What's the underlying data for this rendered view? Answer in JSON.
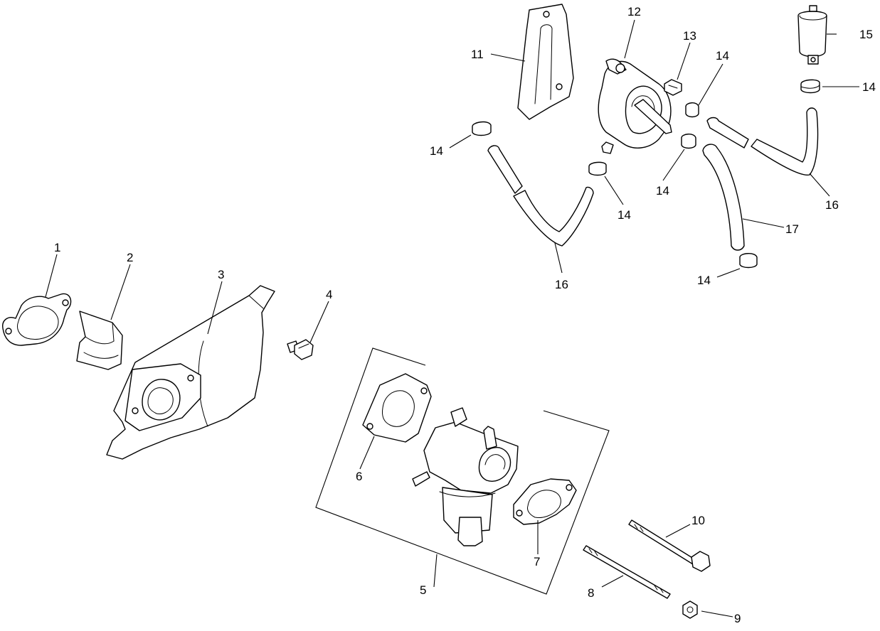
{
  "diagram": {
    "callouts": [
      {
        "id": "c1",
        "text": "1"
      },
      {
        "id": "c2",
        "text": "2"
      },
      {
        "id": "c3",
        "text": "3"
      },
      {
        "id": "c4",
        "text": "4"
      },
      {
        "id": "c5",
        "text": "5"
      },
      {
        "id": "c6",
        "text": "6"
      },
      {
        "id": "c7",
        "text": "7"
      },
      {
        "id": "c8",
        "text": "8"
      },
      {
        "id": "c9",
        "text": "9"
      },
      {
        "id": "c10",
        "text": "10"
      },
      {
        "id": "c11",
        "text": "11"
      },
      {
        "id": "c12",
        "text": "12"
      },
      {
        "id": "c13",
        "text": "13"
      },
      {
        "id": "c14a",
        "text": "14"
      },
      {
        "id": "c14b",
        "text": "14"
      },
      {
        "id": "c14c",
        "text": "14"
      },
      {
        "id": "c14d",
        "text": "14"
      },
      {
        "id": "c14e",
        "text": "14"
      },
      {
        "id": "c14f",
        "text": "14"
      },
      {
        "id": "c15",
        "text": "15"
      },
      {
        "id": "c16a",
        "text": "16"
      },
      {
        "id": "c16b",
        "text": "16"
      },
      {
        "id": "c17",
        "text": "17"
      }
    ]
  }
}
